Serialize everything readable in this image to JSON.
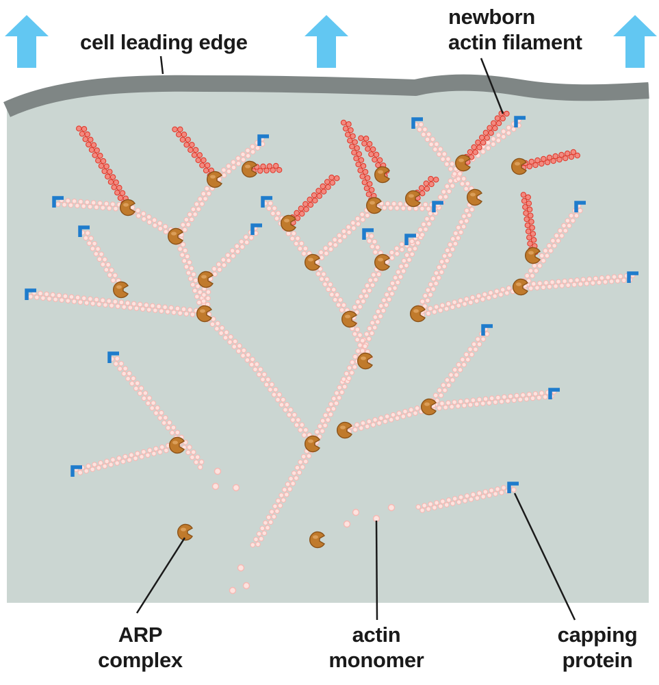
{
  "labels": {
    "leading_edge": "cell leading edge",
    "newborn_line1": "newborn",
    "newborn_line2": "actin filament",
    "arp_line1": "ARP",
    "arp_line2": "complex",
    "monomer_line1": "actin",
    "monomer_line2": "monomer",
    "capping_line1": "capping",
    "capping_line2": "protein"
  },
  "colors": {
    "cytoplasm": "#cbd6d2",
    "membrane": "#7f8685",
    "arrow": "#62c7f2",
    "old_filament": "#f6b8b3",
    "newborn_filament": "#e03a2c",
    "arp_complex": "#c07a2c",
    "capping_protein": "#1f7ccc"
  }
}
